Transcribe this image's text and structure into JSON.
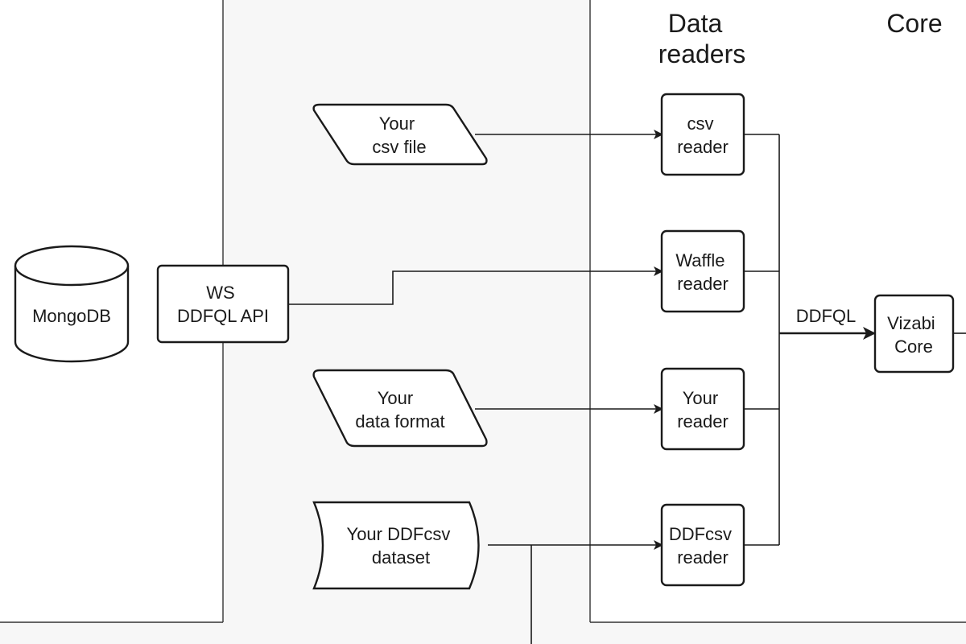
{
  "headers": {
    "data_readers": [
      "Data",
      "readers"
    ],
    "core": "Core"
  },
  "nodes": {
    "mongodb": [
      "MongoDB"
    ],
    "ws_api": [
      "WS",
      "DDFQL API"
    ],
    "csv_file": [
      "Your",
      "csv file"
    ],
    "data_format": [
      "Your",
      "data format"
    ],
    "ddfcsv_dataset": [
      "Your DDFcsv",
      "dataset"
    ],
    "csv_reader": [
      "csv",
      "reader"
    ],
    "waffle_reader": [
      "Waffle",
      "reader"
    ],
    "your_reader": [
      "Your",
      "reader"
    ],
    "ddfcsv_reader": [
      "DDFcsv",
      "reader"
    ],
    "vizabi_core": [
      "Vizabi",
      "Core"
    ]
  },
  "edges": {
    "ddfql_label": "DDFQL"
  },
  "colors": {
    "stroke": "#1a1a1a",
    "panel_fill": "#f7f7f7",
    "background": "#ffffff"
  }
}
